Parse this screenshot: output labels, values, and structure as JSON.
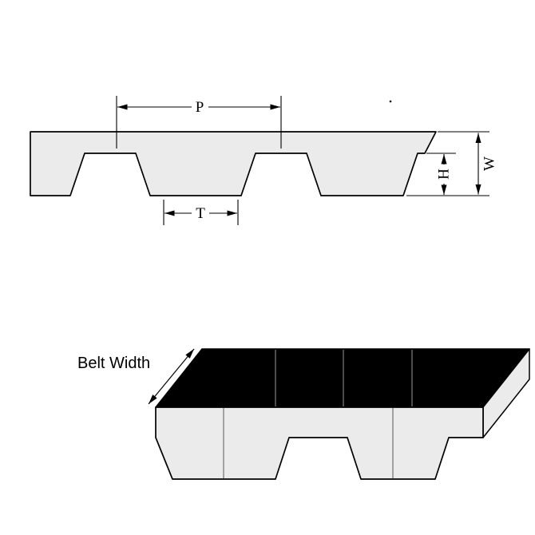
{
  "diagram": {
    "type": "timing-belt-dimension-drawing",
    "labels": {
      "pitch": "P",
      "tooth_width": "T",
      "tooth_height": "H",
      "belt_thickness": "W",
      "belt_width": "Belt Width"
    },
    "colors": {
      "belt_fill": "#ebebeb",
      "outline": "#000000",
      "top_face_fill": "#000000",
      "centerline": "#5a5a5a",
      "hairline": "#bfbfbf",
      "background": "#ffffff"
    }
  }
}
